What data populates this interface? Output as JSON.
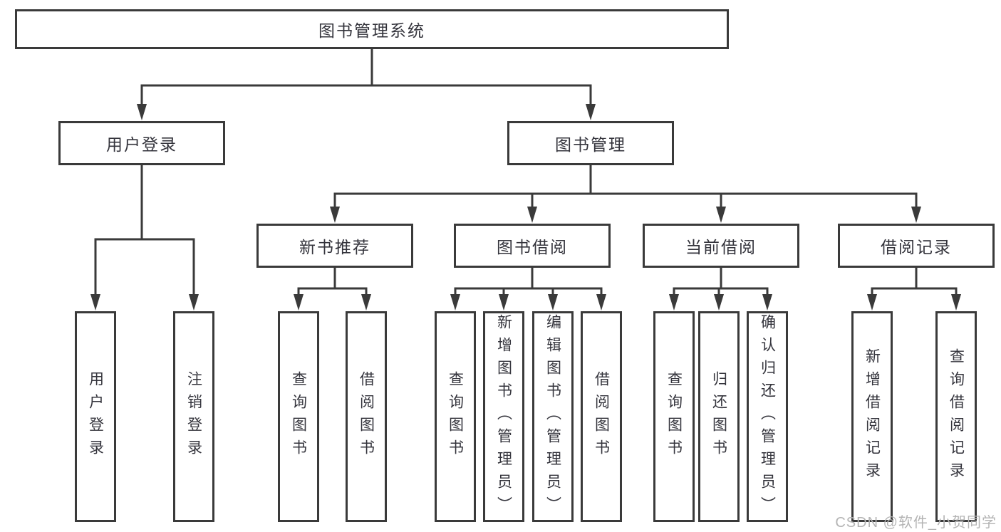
{
  "diagram_type": "hierarchy-tree",
  "tree": {
    "label": "图书管理系统",
    "children": [
      {
        "label": "用户登录",
        "children": [
          {
            "label": "用户登录"
          },
          {
            "label": "注销登录"
          }
        ]
      },
      {
        "label": "图书管理",
        "children": [
          {
            "label": "新书推荐",
            "children": [
              {
                "label": "查询图书"
              },
              {
                "label": "借阅图书"
              }
            ]
          },
          {
            "label": "图书借阅",
            "children": [
              {
                "label": "查询图书"
              },
              {
                "label": "新增图书（管理员）"
              },
              {
                "label": "编辑图书（管理员）"
              },
              {
                "label": "借阅图书"
              }
            ]
          },
          {
            "label": "当前借阅",
            "children": [
              {
                "label": "查询图书"
              },
              {
                "label": "归还图书"
              },
              {
                "label": "确认归还（管理员）"
              }
            ]
          },
          {
            "label": "借阅记录",
            "children": [
              {
                "label": "新增借阅记录"
              },
              {
                "label": "查询借阅记录"
              }
            ]
          }
        ]
      }
    ]
  },
  "watermark": {
    "text": "CSDN @软件_小贺同学"
  },
  "colors": {
    "line": "#3a3a3a",
    "box_border": "#3a3a3a",
    "box_fill": "#ffffff",
    "text": "#34343c",
    "watermark": "#b4b4b4",
    "background": "#ffffff"
  }
}
